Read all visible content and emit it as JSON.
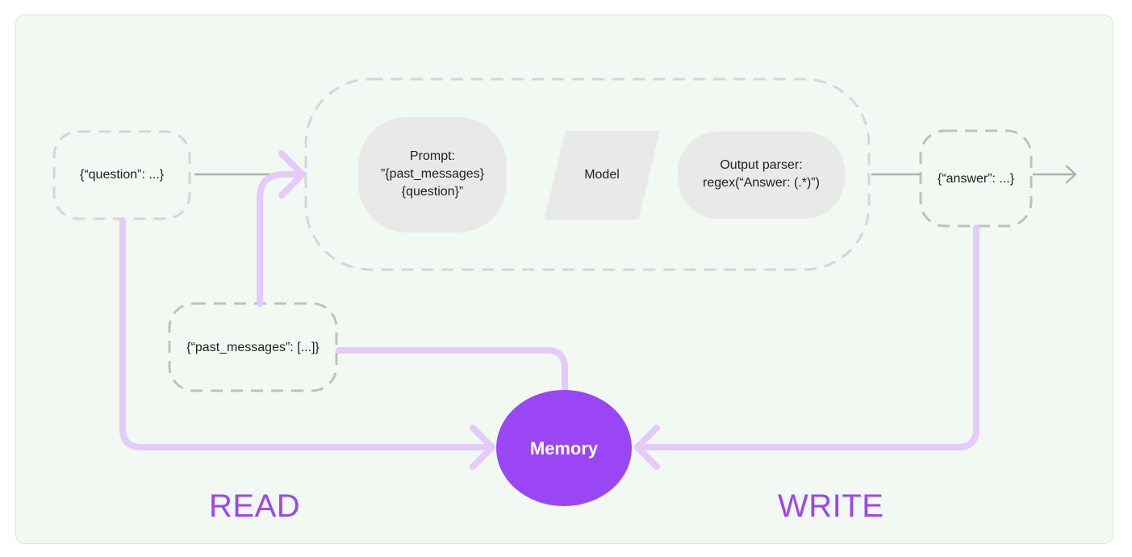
{
  "nodes": {
    "question_input": "{“question”: ...}",
    "prompt_line1": "Prompt:",
    "prompt_line2": "”{past_messages}",
    "prompt_line3": "{question}”",
    "model": "Model",
    "parser_line1": "Output parser:",
    "parser_line2": "regex(“Answer: (.*)”)",
    "answer_output": "{“answer”: ...}",
    "past_messages": "{“past_messages”: [...]}",
    "memory": "Memory"
  },
  "labels": {
    "read": "READ",
    "write": "WRITE"
  },
  "colors": {
    "background": "#f1f9f2",
    "frame_border": "#cdeccf",
    "accent_purple": "#9b46f5",
    "light_purple": "#e5cbfb",
    "dashed_gray": "#d3d3d3",
    "dashed_green_gray": "#bcc3b9",
    "node_fill": "#e9e9e9",
    "arrow_gray": "#b1b1b1"
  }
}
